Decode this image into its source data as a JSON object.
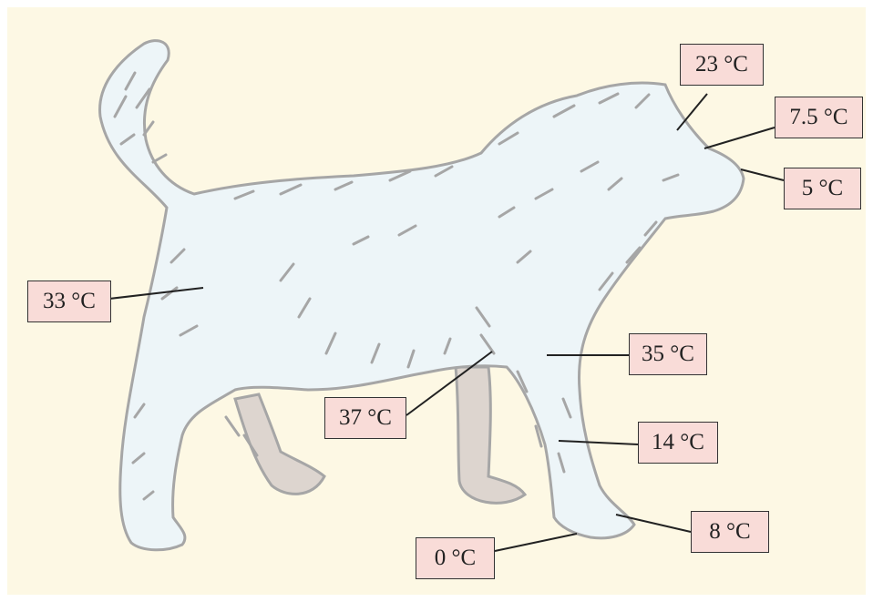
{
  "colors": {
    "background": "#fdf8e4",
    "fur": "#edf5f8",
    "fur_stroke": "#a6a6a6",
    "far_legs": "#ddd5cf",
    "label_fill": "#f9dcd8",
    "leader_line": "#222222"
  },
  "temperature_labels": {
    "ear": "23 °C",
    "nose_bridge": "7.5 °C",
    "nose_tip": "5 °C",
    "flank": "33 °C",
    "chest": "35 °C",
    "torso_core": "37 °C",
    "lower_leg": "14 °C",
    "ankle": "8 °C",
    "paw_sole": "0 °C"
  }
}
